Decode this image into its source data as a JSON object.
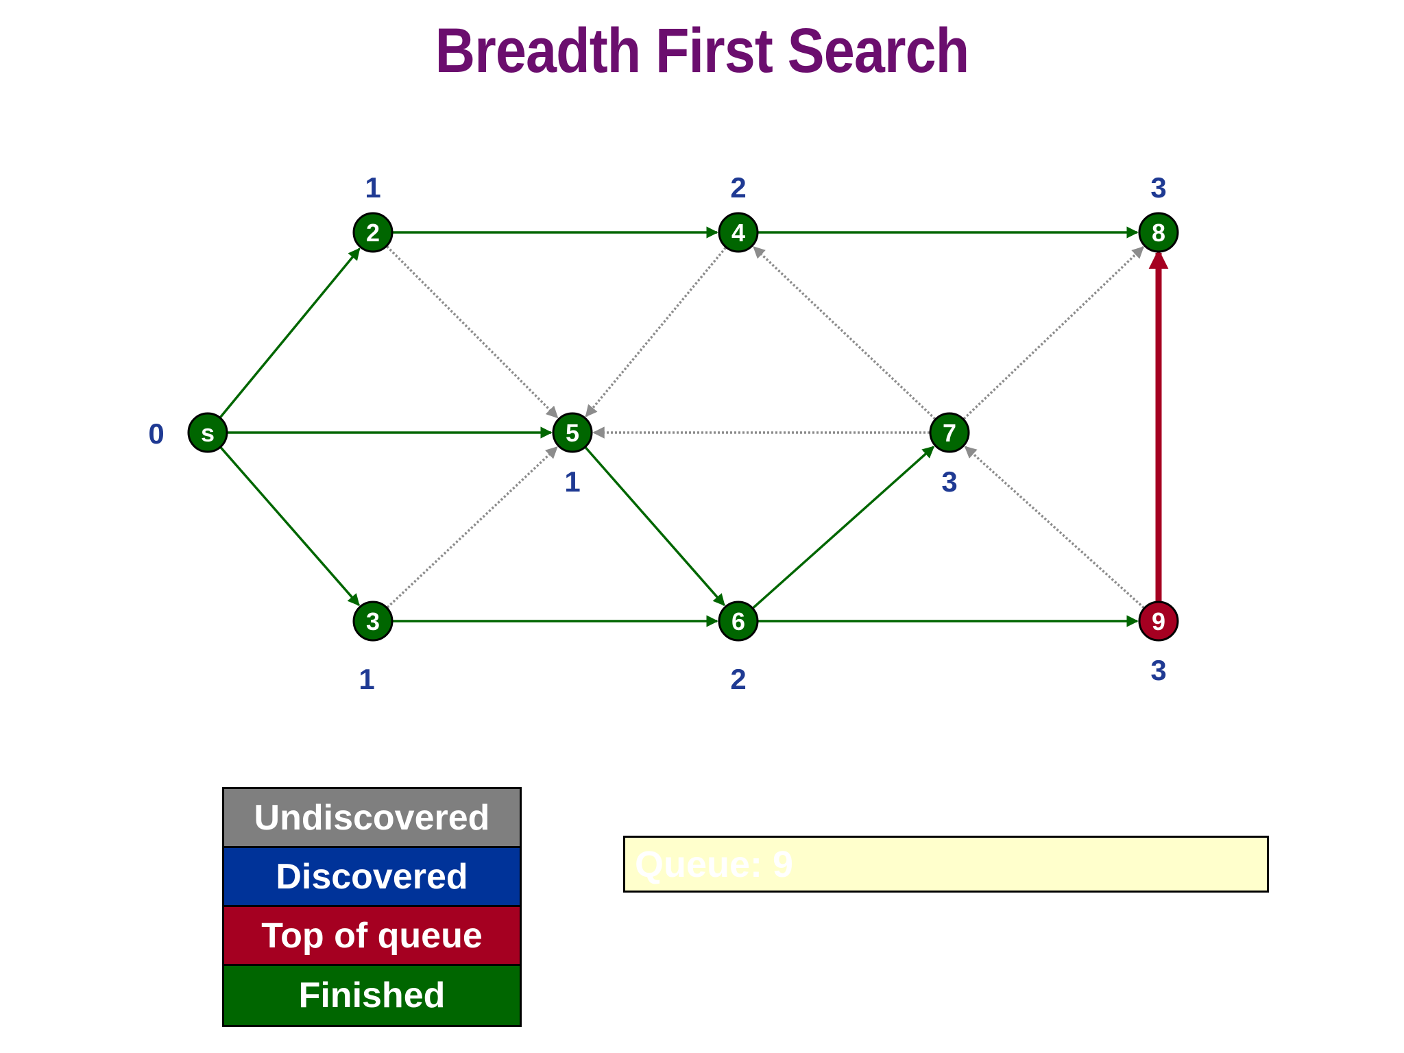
{
  "title": "Breadth First Search",
  "colors": {
    "title": "#6b0e6e",
    "undiscovered": "#7f7f7f",
    "discovered": "#003399",
    "top_of_queue": "#a50021",
    "finished": "#006600",
    "distance_label": "#1f3a93",
    "queue_bg": "#ffffcc",
    "queue_text": "#ffffff",
    "dotted_edge": "#8c8c8c"
  },
  "nodes": [
    {
      "id": "s",
      "label": "s",
      "state": "finished",
      "distance": "0"
    },
    {
      "id": "2",
      "label": "2",
      "state": "finished",
      "distance": "1"
    },
    {
      "id": "3",
      "label": "3",
      "state": "finished",
      "distance": "1"
    },
    {
      "id": "4",
      "label": "4",
      "state": "finished",
      "distance": "2"
    },
    {
      "id": "5",
      "label": "5",
      "state": "finished",
      "distance": "1"
    },
    {
      "id": "6",
      "label": "6",
      "state": "finished",
      "distance": "2"
    },
    {
      "id": "7",
      "label": "7",
      "state": "finished",
      "distance": "3"
    },
    {
      "id": "8",
      "label": "8",
      "state": "finished",
      "distance": "3"
    },
    {
      "id": "9",
      "label": "9",
      "state": "top_of_queue",
      "distance": "3"
    }
  ],
  "edges": [
    {
      "from": "s",
      "to": "2",
      "style": "tree"
    },
    {
      "from": "s",
      "to": "5",
      "style": "tree"
    },
    {
      "from": "s",
      "to": "3",
      "style": "tree"
    },
    {
      "from": "2",
      "to": "4",
      "style": "tree"
    },
    {
      "from": "2",
      "to": "5",
      "style": "non-tree"
    },
    {
      "from": "4",
      "to": "8",
      "style": "tree"
    },
    {
      "from": "4",
      "to": "5",
      "style": "non-tree"
    },
    {
      "from": "3",
      "to": "5",
      "style": "non-tree"
    },
    {
      "from": "3",
      "to": "6",
      "style": "tree"
    },
    {
      "from": "5",
      "to": "6",
      "style": "tree"
    },
    {
      "from": "7",
      "to": "5",
      "style": "non-tree"
    },
    {
      "from": "7",
      "to": "4",
      "style": "non-tree"
    },
    {
      "from": "7",
      "to": "8",
      "style": "non-tree"
    },
    {
      "from": "6",
      "to": "7",
      "style": "tree"
    },
    {
      "from": "6",
      "to": "9",
      "style": "tree"
    },
    {
      "from": "9",
      "to": "7",
      "style": "non-tree"
    },
    {
      "from": "9",
      "to": "8",
      "style": "active"
    }
  ],
  "legend": {
    "undiscovered": "Undiscovered",
    "discovered": "Discovered",
    "top_of_queue": "Top of queue",
    "finished": "Finished"
  },
  "queue": {
    "text": "Queue: 9"
  }
}
